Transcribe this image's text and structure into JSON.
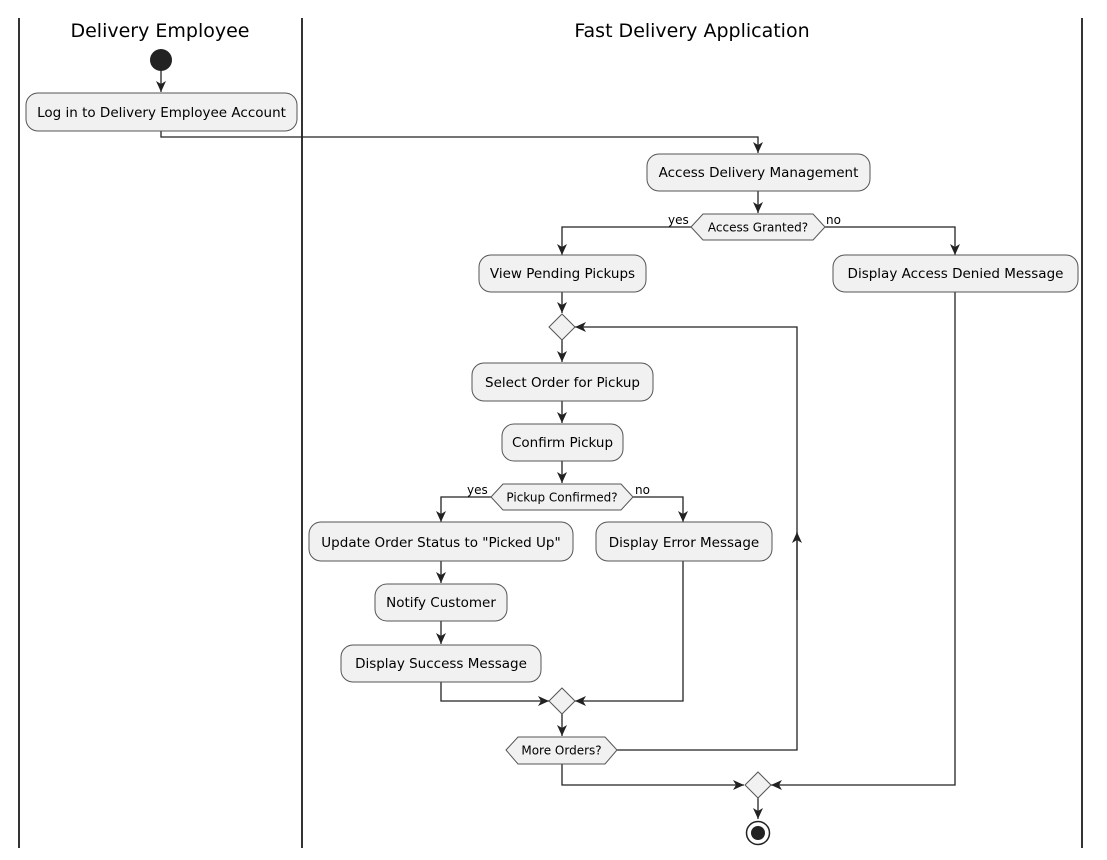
{
  "swimlanes": {
    "employee": "Delivery Employee",
    "application": "Fast Delivery Application"
  },
  "activities": {
    "login": "Log in to Delivery Employee Account",
    "access_management": "Access Delivery Management",
    "view_pending": "View Pending Pickups",
    "display_access_denied": "Display Access Denied Message",
    "select_order": "Select Order for Pickup",
    "confirm_pickup": "Confirm Pickup",
    "update_status": "Update Order Status to \"Picked Up\"",
    "display_error": "Display Error Message",
    "notify_customer": "Notify Customer",
    "display_success": "Display Success Message"
  },
  "decisions": {
    "access_granted": "Access Granted?",
    "pickup_confirmed": "Pickup Confirmed?",
    "more_orders": "More Orders?"
  },
  "guards": {
    "access_yes": "yes",
    "access_no": "no",
    "pickup_yes": "yes",
    "pickup_no": "no"
  },
  "colors": {
    "node_fill": "#f1f1f1",
    "node_stroke": "#555555",
    "flow": "#222222",
    "lane_line": "#000000"
  }
}
